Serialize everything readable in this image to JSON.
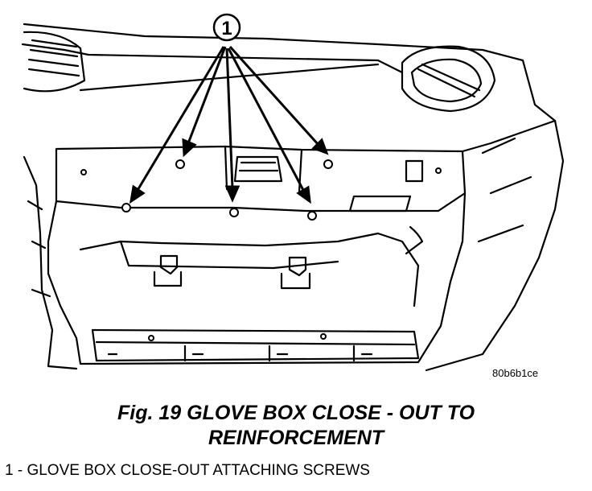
{
  "figure": {
    "callout_number": "1",
    "figure_code": "80b6b1ce",
    "caption": "Fig. 19 GLOVE BOX CLOSE - OUT TO REINFORCEMENT",
    "legend_items": [
      {
        "label": "1 - GLOVE BOX CLOSE-OUT ATTACHING SCREWS"
      }
    ]
  }
}
